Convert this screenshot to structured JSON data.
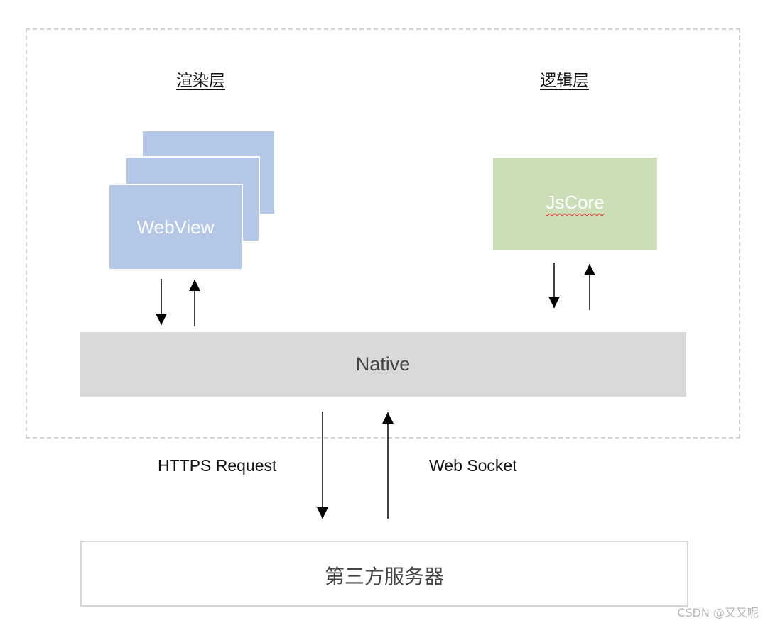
{
  "layers": {
    "render": {
      "heading": "渲染层",
      "view_label": "WebView"
    },
    "logic": {
      "heading": "逻辑层",
      "core_label": "JsCore"
    }
  },
  "native": {
    "label": "Native"
  },
  "connections": {
    "request_label": "HTTPS Request",
    "socket_label": "Web Socket"
  },
  "server": {
    "label": "第三方服务器"
  },
  "watermark": "CSDN @又又呢",
  "colors": {
    "webview_fill": "#b4c7e6",
    "jscore_fill": "#cbdeb8",
    "native_fill": "#d9d9d9",
    "frame_border": "#d6d6d6"
  }
}
